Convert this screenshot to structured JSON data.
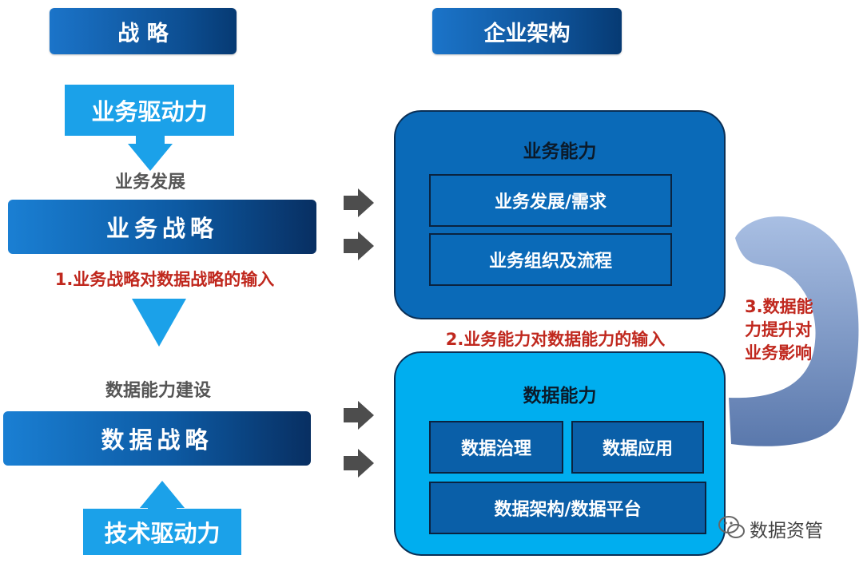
{
  "headers": {
    "strategy": "战 略",
    "enterprise_architecture": "企业架构"
  },
  "left": {
    "business_driver": "业务驱动力",
    "business_development": "业务发展",
    "business_strategy": "业务战略",
    "input_1": "1.业务战略对数据战略的输入",
    "data_capability_building": "数据能力建设",
    "data_strategy": "数据战略",
    "tech_driver": "技术驱动力"
  },
  "business_capability": {
    "title": "业务能力",
    "items": [
      "业务发展/需求",
      "业务组织及流程"
    ]
  },
  "input_2": "2.业务能力对数据能力的输入",
  "data_capability": {
    "title": "数据能力",
    "items": [
      "数据治理",
      "数据应用",
      "数据架构/数据平台"
    ]
  },
  "impact_3": {
    "line1": "3.数据能",
    "line2": "力提升对",
    "line3": "业务影响"
  },
  "watermark": "数据资管",
  "colors": {
    "accent_red": "#c0281e",
    "driver_blue": "#1ba1e9",
    "business_blue": "#0a6ab8",
    "data_cyan": "#00aeef"
  }
}
